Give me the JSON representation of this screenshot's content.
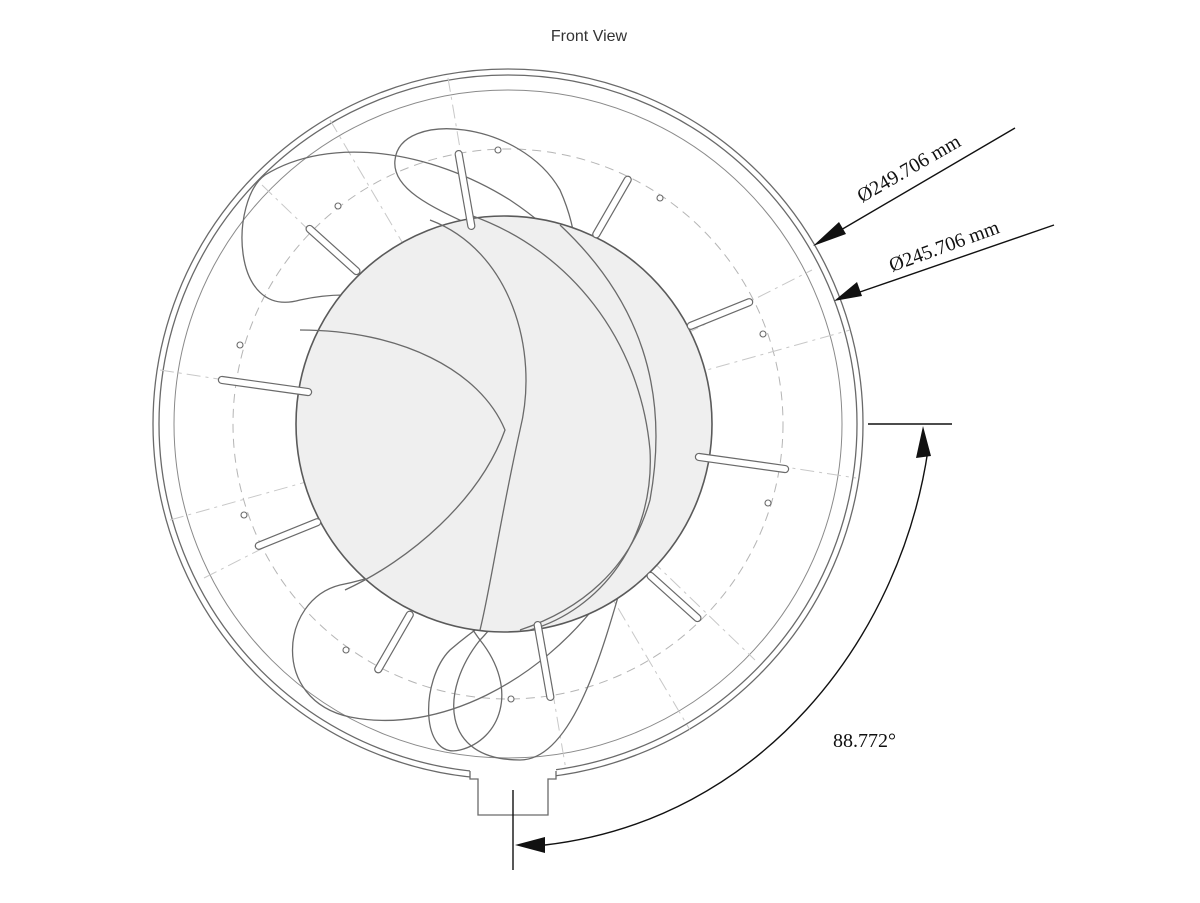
{
  "drawing": {
    "view_title": "Front View",
    "dimensions": {
      "outer_diameter": "Ø249.706 mm",
      "inner_diameter": "Ø245.706 mm",
      "angle": "88.772°"
    }
  }
}
